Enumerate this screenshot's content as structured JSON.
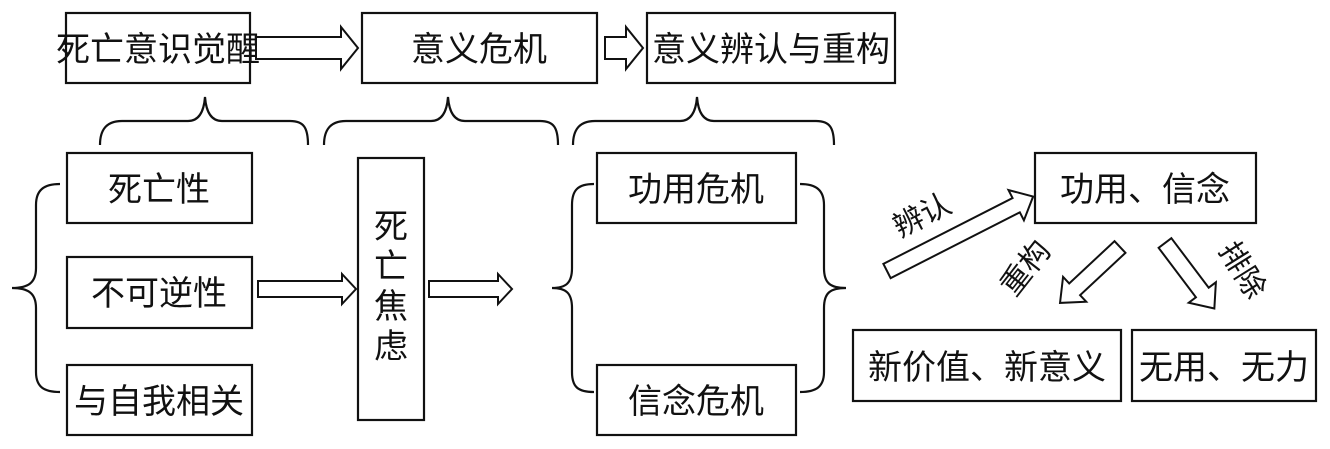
{
  "top_row": {
    "stage1": "死亡意识觉醒",
    "stage2": "意义危机",
    "stage3": "意义辨认与重构"
  },
  "causes": [
    "死亡性",
    "不可逆性",
    "与自我相关"
  ],
  "anxiety": [
    "死",
    "亡",
    "焦",
    "虑"
  ],
  "crises": {
    "utility": "功用危机",
    "belief": "信念危机"
  },
  "reconstruction": {
    "source": "功用、信念",
    "identify_label": "辨认",
    "rebuild_label": "重构",
    "exclude_label": "排除",
    "new_result": "新价值、新意义",
    "excluded_result": "无用、无力"
  }
}
